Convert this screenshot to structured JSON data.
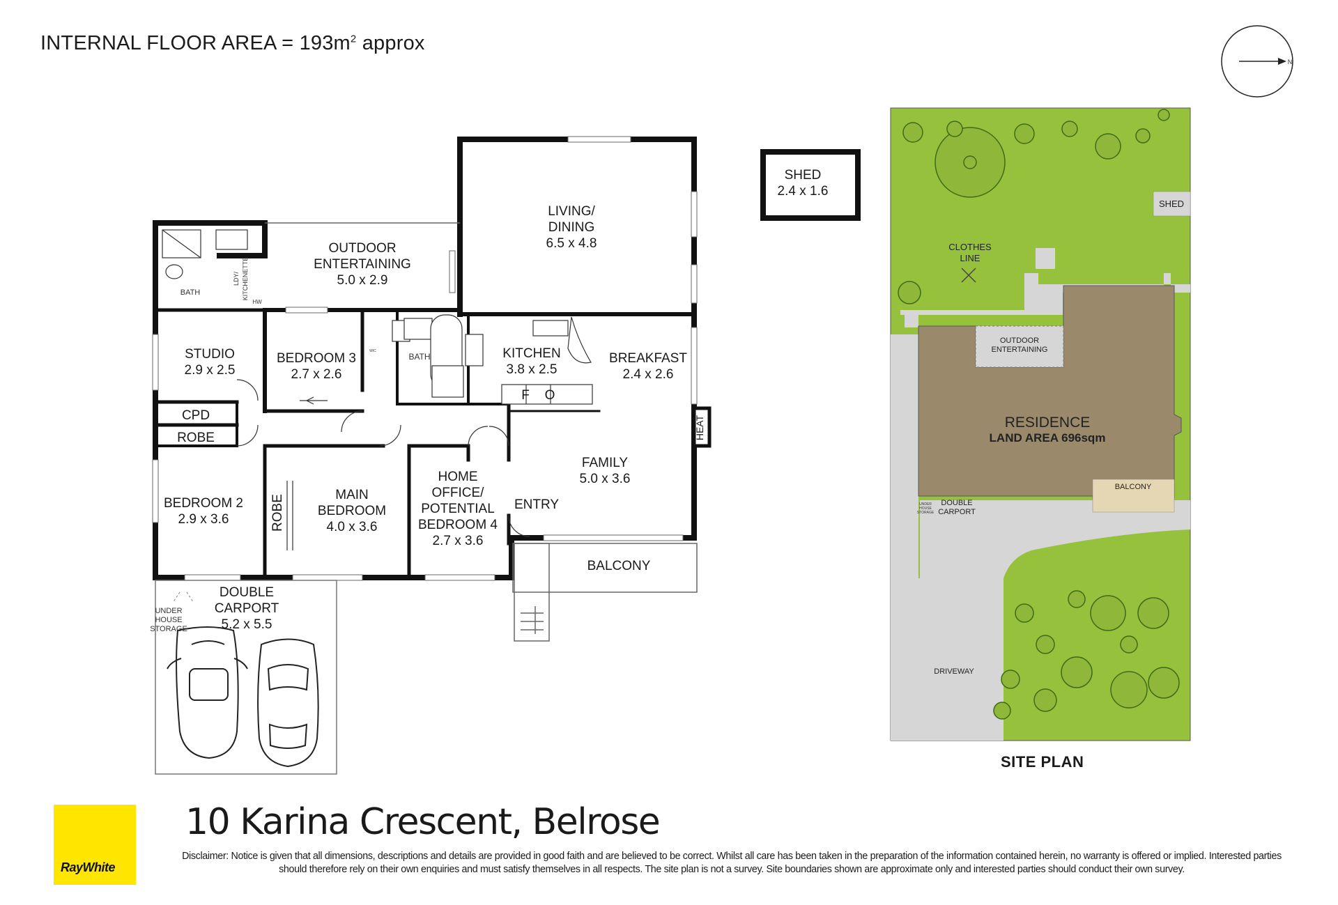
{
  "header": {
    "area_text": "INTERNAL FLOOR AREA = 193m",
    "area_sup": "2",
    "area_suffix": " approx"
  },
  "rooms": {
    "shed": [
      "SHED",
      "2.4 x 1.6"
    ],
    "living": [
      "LIVING/",
      "DINING",
      "6.5 x 4.8"
    ],
    "outdoor": [
      "OUTDOOR",
      "ENTERTAINING",
      "5.0 x 2.9"
    ],
    "bath_small": "BATH",
    "ldy": "LDY/",
    "kitchenette": "KITCHENETTE",
    "hw": "HW",
    "studio": [
      "STUDIO",
      "2.9 x 2.5"
    ],
    "bedroom3": [
      "BEDROOM 3",
      "2.7 x 2.6"
    ],
    "bath2": "BATH",
    "kitchen": [
      "KITCHEN",
      "3.8 x 2.5"
    ],
    "breakfast": [
      "BREAKFAST",
      "2.4 x 2.6"
    ],
    "cpd": "CPD",
    "robe": "ROBE",
    "heat": "HEAT",
    "bedroom2": [
      "BEDROOM 2",
      "2.9 x 3.6"
    ],
    "robe_v": "ROBE",
    "main": [
      "MAIN",
      "BEDROOM",
      "4.0 x 3.6"
    ],
    "office": [
      "HOME",
      "OFFICE/",
      "POTENTIAL",
      "BEDROOM 4",
      "2.7 x 3.6"
    ],
    "family": [
      "FAMILY",
      "5.0 x 3.6"
    ],
    "entry": "ENTRY",
    "balcony": "BALCONY",
    "carport": [
      "DOUBLE",
      "CARPORT",
      "5.2 x 5.5"
    ],
    "storage": [
      "UNDER",
      "HOUSE",
      "STORAGE"
    ],
    "fridge": "F",
    "oven": "O",
    "wic": "WIC"
  },
  "site": {
    "shed": "SHED",
    "clothes": [
      "CLOTHES",
      "LINE"
    ],
    "outdoor": [
      "OUTDOOR",
      "ENTERTAINING"
    ],
    "residence": "RESIDENCE",
    "land_area": "LAND AREA 696sqm",
    "balcony": "BALCONY",
    "carport": [
      "DOUBLE",
      "CARPORT"
    ],
    "storage": [
      "UNDER",
      "HOUSE",
      "STORAGE"
    ],
    "driveway": "DRIVEWAY",
    "label": "SITE PLAN"
  },
  "compass": "N",
  "address": "10 Karina Crescent, Belrose",
  "brand": "RayWhite",
  "disclaimer": "Disclaimer: Notice is given that all dimensions, descriptions and details are provided in good faith and are believed to be correct. Whilst all care has been taken in the preparation of the information contained herein, no warranty is offered or implied. Interested parties should therefore rely on their own enquiries and must satisfy themselves in all respects. The site plan is not a survey. Site boundaries shown are approximate only and interested parties should conduct their own survey.",
  "colors": {
    "grass": "#96c13d",
    "residence": "#9a8a6b",
    "path": "#d6d6d6",
    "brand_yellow": "#ffe600"
  }
}
